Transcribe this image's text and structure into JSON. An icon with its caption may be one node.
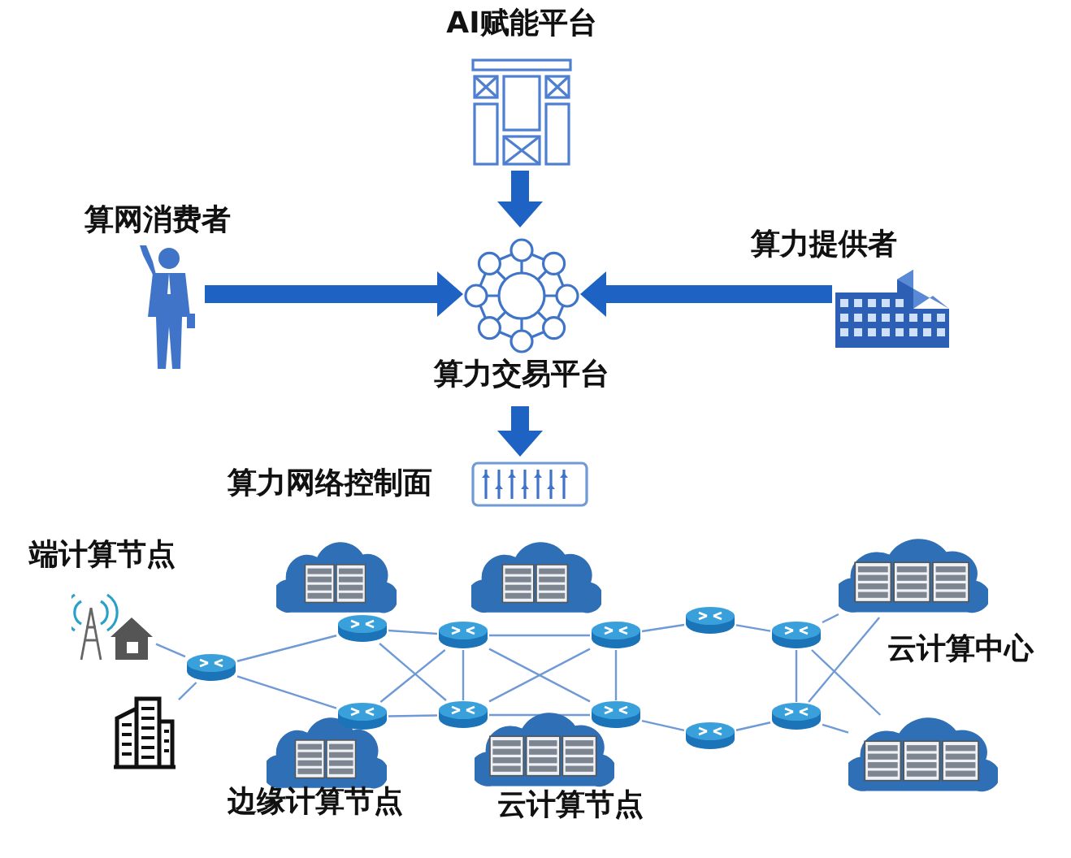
{
  "diagram": {
    "nodes": [
      {
        "text": [
          "AI赋能平台"
        ]
      },
      {
        "text": [
          "算网消费者"
        ]
      },
      {
        "text": [
          "算力交易平台"
        ]
      },
      {
        "text": [
          "算力提供者"
        ]
      },
      {
        "text": [
          "算力网络控制面"
        ]
      },
      {
        "text": [],
        "shape": "picture"
      },
      {
        "text": [],
        "shape": "picture"
      },
      {
        "text": [],
        "shape": "cloud"
      },
      {
        "text": [],
        "shape": "cloud"
      },
      {
        "text": [],
        "shape": "cloud"
      },
      {
        "text": [],
        "shape": "cloud"
      },
      {
        "text": [],
        "shape": "cloud"
      },
      {
        "text": [],
        "shape": "cloud"
      },
      {
        "text": [],
        "shape": "cylinder"
      },
      {
        "text": [],
        "shape": "cylinder"
      },
      {
        "text": [],
        "shape": "cylinder"
      },
      {
        "text": [],
        "shape": "cylinder"
      },
      {
        "text": [],
        "shape": "cylinder"
      },
      {
        "text": [],
        "shape": "cylinder"
      },
      {
        "text": [],
        "shape": "cylinder"
      },
      {
        "text": [],
        "shape": "cylinder"
      },
      {
        "text": [],
        "shape": "cylinder"
      },
      {
        "text": [],
        "shape": "cylinder"
      },
      {
        "text": [],
        "shape": "cylinder"
      }
    ],
    "edges": [
      {
        "from": 0,
        "to": 2,
        "arrow": "to",
        "style": "thick"
      },
      {
        "from": 1,
        "to": 2,
        "arrow": "to",
        "style": "thick"
      },
      {
        "from": 3,
        "to": 2,
        "arrow": "to",
        "style": "thick"
      },
      {
        "from": 2,
        "to": 4,
        "arrow": "to",
        "style": "thick"
      },
      {
        "from": 5,
        "to": 13,
        "arrow": "none"
      },
      {
        "from": 6,
        "to": 13,
        "arrow": "none"
      },
      {
        "from": 13,
        "to": 14,
        "arrow": "none"
      },
      {
        "from": 13,
        "to": 19,
        "arrow": "none"
      },
      {
        "from": 14,
        "to": 15,
        "arrow": "none"
      },
      {
        "from": 14,
        "to": 20,
        "arrow": "none"
      },
      {
        "from": 19,
        "to": 15,
        "arrow": "none"
      },
      {
        "from": 19,
        "to": 20,
        "arrow": "none"
      },
      {
        "from": 15,
        "to": 20,
        "arrow": "none"
      },
      {
        "from": 15,
        "to": 21,
        "arrow": "none"
      },
      {
        "from": 20,
        "to": 16,
        "arrow": "none"
      },
      {
        "from": 15,
        "to": 16,
        "arrow": "none"
      },
      {
        "from": 20,
        "to": 21,
        "arrow": "none"
      },
      {
        "from": 16,
        "to": 21,
        "arrow": "none"
      },
      {
        "from": 16,
        "to": 17,
        "arrow": "none"
      },
      {
        "from": 17,
        "to": 18,
        "arrow": "none"
      },
      {
        "from": 21,
        "to": 22,
        "arrow": "none"
      },
      {
        "from": 22,
        "to": 23,
        "arrow": "none"
      },
      {
        "from": 18,
        "to": 23,
        "arrow": "none"
      },
      {
        "from": 18,
        "to": 9,
        "arrow": "none"
      },
      {
        "from": 18,
        "to": 12,
        "arrow": "none"
      },
      {
        "from": 23,
        "to": 9,
        "arrow": "none"
      },
      {
        "from": 23,
        "to": 12,
        "arrow": "none"
      }
    ],
    "labels": [
      "端计算节点",
      "云计算中心",
      "边缘计算节点",
      "云计算节点"
    ]
  }
}
